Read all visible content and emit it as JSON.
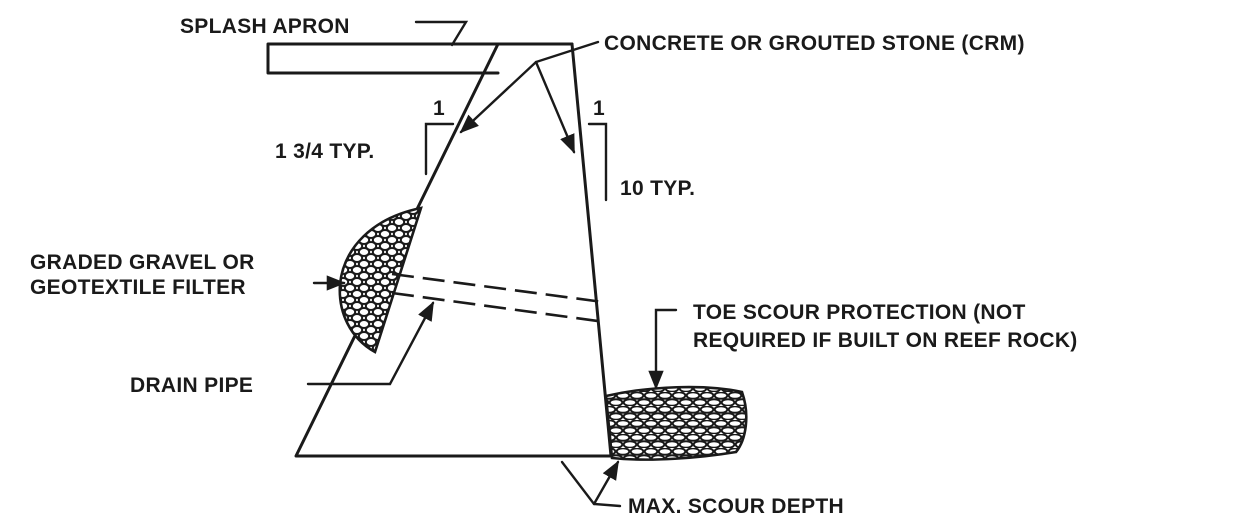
{
  "labels": {
    "splash_apron": "SPLASH APRON",
    "concrete": "CONCRETE OR GROUTED STONE (CRM)",
    "slope_left_top": "1",
    "slope_left_side": "1 3/4 TYP.",
    "slope_right_top": "1",
    "slope_right_side": "10 TYP.",
    "filter_line1": "GRADED GRAVEL OR",
    "filter_line2": "GEOTEXTILE FILTER",
    "toe_line1": "TOE SCOUR PROTECTION (NOT",
    "toe_line2": "REQUIRED IF BUILT ON REEF ROCK)",
    "drain_pipe": "DRAIN PIPE",
    "scour_depth": "MAX. SCOUR DEPTH"
  },
  "colors": {
    "ink": "#1a1a1a",
    "background": "#ffffff"
  }
}
